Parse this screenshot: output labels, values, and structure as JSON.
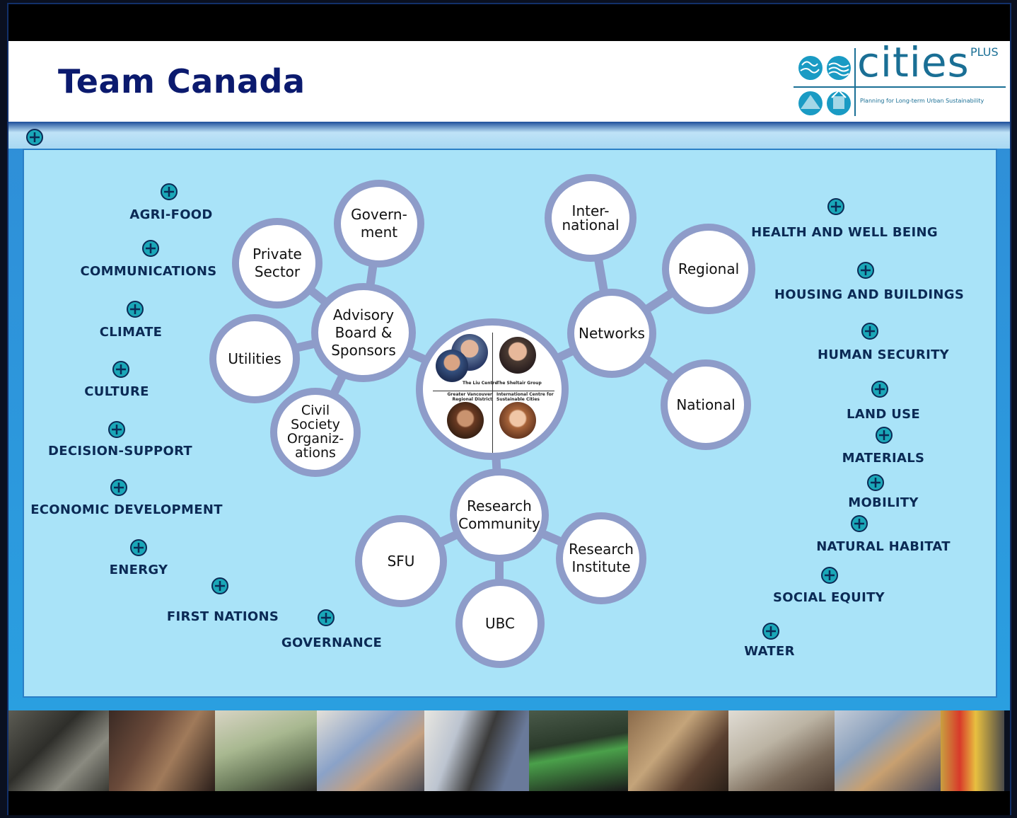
{
  "header": {
    "title": "Team Canada",
    "logo": {
      "wordmark": "cities",
      "superscript": "PLUS",
      "tagline": "Planning for Long-term Urban Sustainability"
    }
  },
  "hub": {
    "captions": {
      "top_left": "The Liu Centre",
      "top_right": "The Sheltair Group",
      "mid_left": "Greater Vancouver Regional District",
      "mid_right": "International Centre for Sustainable Cities"
    }
  },
  "clusters": {
    "advisory": {
      "center": "Advisory\nBoard &\nSponsors",
      "government": "Govern-\nment",
      "private": "Private\nSector",
      "utilities": "Utilities",
      "civil": "Civil\nSociety\nOrganiz-\nations"
    },
    "networks": {
      "center": "Networks",
      "international": "Inter-\nnational",
      "regional": "Regional",
      "national": "National"
    },
    "research": {
      "center": "Research\nCommunity",
      "sfu": "SFU",
      "ubc": "UBC",
      "institute": "Research\nInstitute"
    }
  },
  "topics_left": [
    "AGRI-FOOD",
    "COMMUNICATIONS",
    "CLIMATE",
    "CULTURE",
    "DECISION-SUPPORT",
    "ECONOMIC DEVELOPMENT",
    "ENERGY",
    "FIRST NATIONS",
    "GOVERNANCE"
  ],
  "topics_right": [
    "HEALTH AND WELL BEING",
    "HOUSING AND BUILDINGS",
    "HUMAN SECURITY",
    "LAND USE",
    "MATERIALS",
    "MOBILITY",
    "NATURAL HABITAT",
    "SOCIAL EQUITY",
    "WATER"
  ],
  "colors": {
    "title": "#0b1a6e",
    "topic_text": "#0b2a55",
    "panel": "#a9e3f8",
    "node_border": "#8e9cc9",
    "plus_icon": "#1aa7b8",
    "logo": "#1a6f95"
  },
  "icons": {
    "expand": "plus-circle-icon",
    "logo_marks": [
      "globe-icon",
      "water-icon",
      "mountain-icon",
      "building-icon"
    ]
  }
}
